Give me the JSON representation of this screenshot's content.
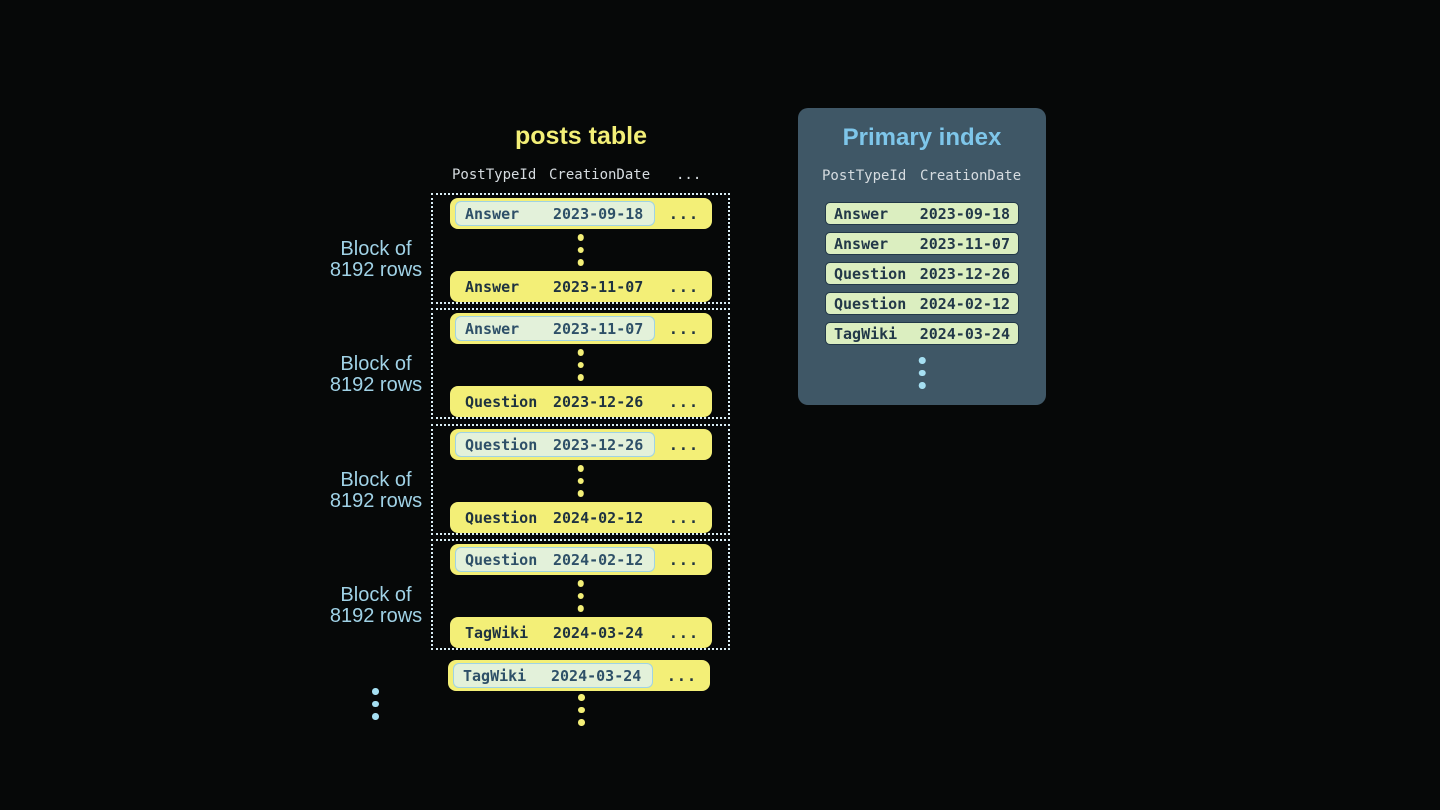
{
  "colors": {
    "background": "#060808",
    "row-yellow": "#f3ef77",
    "row-text-dark": "#1e3240",
    "hl-text": "#2e5068",
    "highlight-fill": "#e3f1da",
    "highlight-border": "#9fd3e4",
    "dotted-border": "#d9edf4",
    "block-label-blue": "#a0d2e6",
    "header-text": "#d6dce0",
    "panel-bg": "#3f5766",
    "panel-title-blue": "#7ec6ea",
    "index-row-bg": "#dbeec0",
    "index-row-border": "#223848",
    "dot-blue": "#a5dff2"
  },
  "posts_table": {
    "title": "posts table",
    "headers": [
      "PostTypeId",
      "CreationDate",
      "..."
    ],
    "blocks": [
      {
        "label_line1": "Block of",
        "label_line2": "8192 rows",
        "first_row": {
          "type": "Answer",
          "date": "2023-09-18",
          "more": "..."
        },
        "last_row": {
          "type": "Answer",
          "date": "2023-11-07",
          "more": "..."
        }
      },
      {
        "label_line1": "Block of",
        "label_line2": "8192 rows",
        "first_row": {
          "type": "Answer",
          "date": "2023-11-07",
          "more": "..."
        },
        "last_row": {
          "type": "Question",
          "date": "2023-12-26",
          "more": "..."
        }
      },
      {
        "label_line1": "Block of",
        "label_line2": "8192 rows",
        "first_row": {
          "type": "Question",
          "date": "2023-12-26",
          "more": "..."
        },
        "last_row": {
          "type": "Question",
          "date": "2024-02-12",
          "more": "..."
        }
      },
      {
        "label_line1": "Block of",
        "label_line2": "8192 rows",
        "first_row": {
          "type": "Question",
          "date": "2024-02-12",
          "more": "..."
        },
        "last_row": {
          "type": "TagWiki",
          "date": "2024-03-24",
          "more": "..."
        }
      }
    ],
    "overflow_row": {
      "type": "TagWiki",
      "date": "2024-03-24",
      "more": "..."
    }
  },
  "primary_index": {
    "title": "Primary index",
    "headers": [
      "PostTypeId",
      "CreationDate"
    ],
    "rows": [
      {
        "type": "Answer",
        "date": "2023-09-18"
      },
      {
        "type": "Answer",
        "date": "2023-11-07"
      },
      {
        "type": "Question",
        "date": "2023-12-26"
      },
      {
        "type": "Question",
        "date": "2024-02-12"
      },
      {
        "type": "TagWiki",
        "date": "2024-03-24"
      }
    ]
  }
}
